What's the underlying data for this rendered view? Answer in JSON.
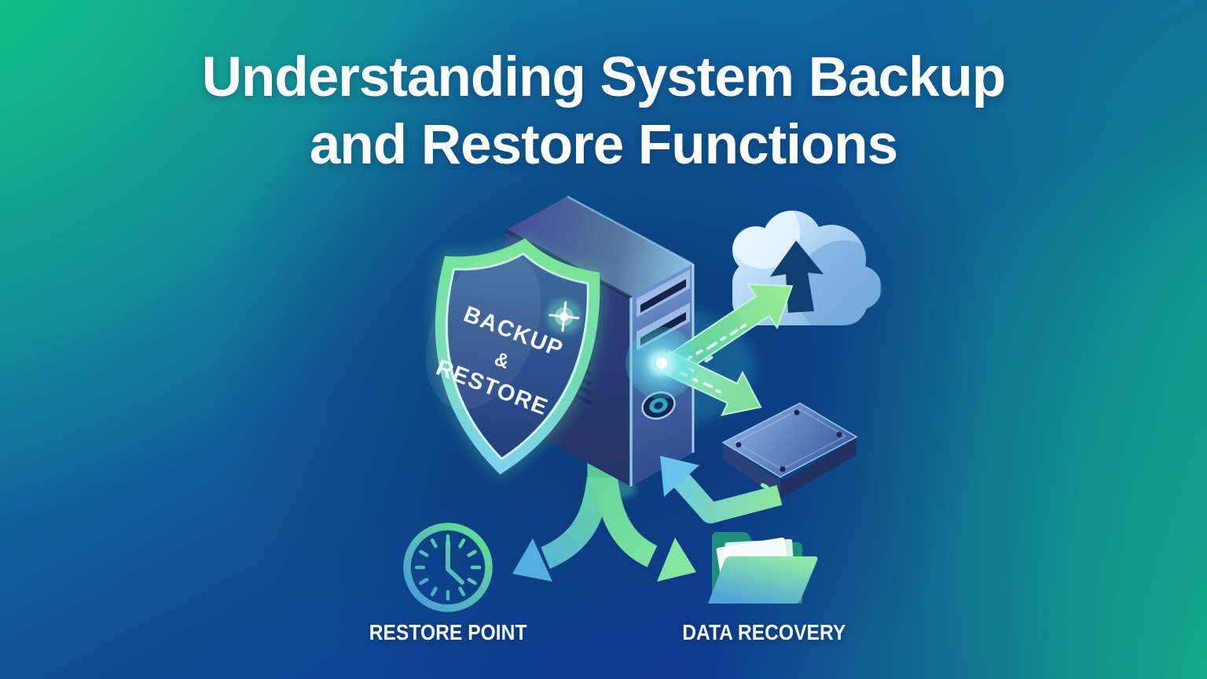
{
  "title": {
    "line1": "Understanding System Backup",
    "line2": "and Restore Functions"
  },
  "shield_label": {
    "line1": "BACKUP",
    "line2": "&",
    "line3": "RESTORE"
  },
  "captions": {
    "restore_point": "RESTORE POINT",
    "data_recovery": "DATA RECOVERY"
  },
  "icons": {
    "shield": "backup-restore-shield-icon",
    "computer_tower": "computer-tower-icon",
    "cloud_upload": "cloud-upload-icon",
    "external_drive": "external-drive-icon",
    "clock": "restore-point-clock-icon",
    "folder": "data-recovery-folder-icon",
    "backup_to_cloud_arrow": "arrow-to-cloud",
    "backup_to_drive_arrow": "arrow-to-drive",
    "restore_return_arrow": "arrow-from-drive",
    "branch_left_arrow": "arrow-to-restore-point",
    "branch_right_arrow": "arrow-to-data-recovery"
  },
  "colors": {
    "corner_green": "#13c57d",
    "corner_teal": "#1289ab",
    "corner_deep_blue": "#0f2f9c",
    "center_navy": "#0a3878",
    "arrow_green": "#84e69e",
    "arrow_blue": "#55aee2",
    "cloud_blue": "#a9d6f2",
    "title_white": "#ffffff"
  }
}
